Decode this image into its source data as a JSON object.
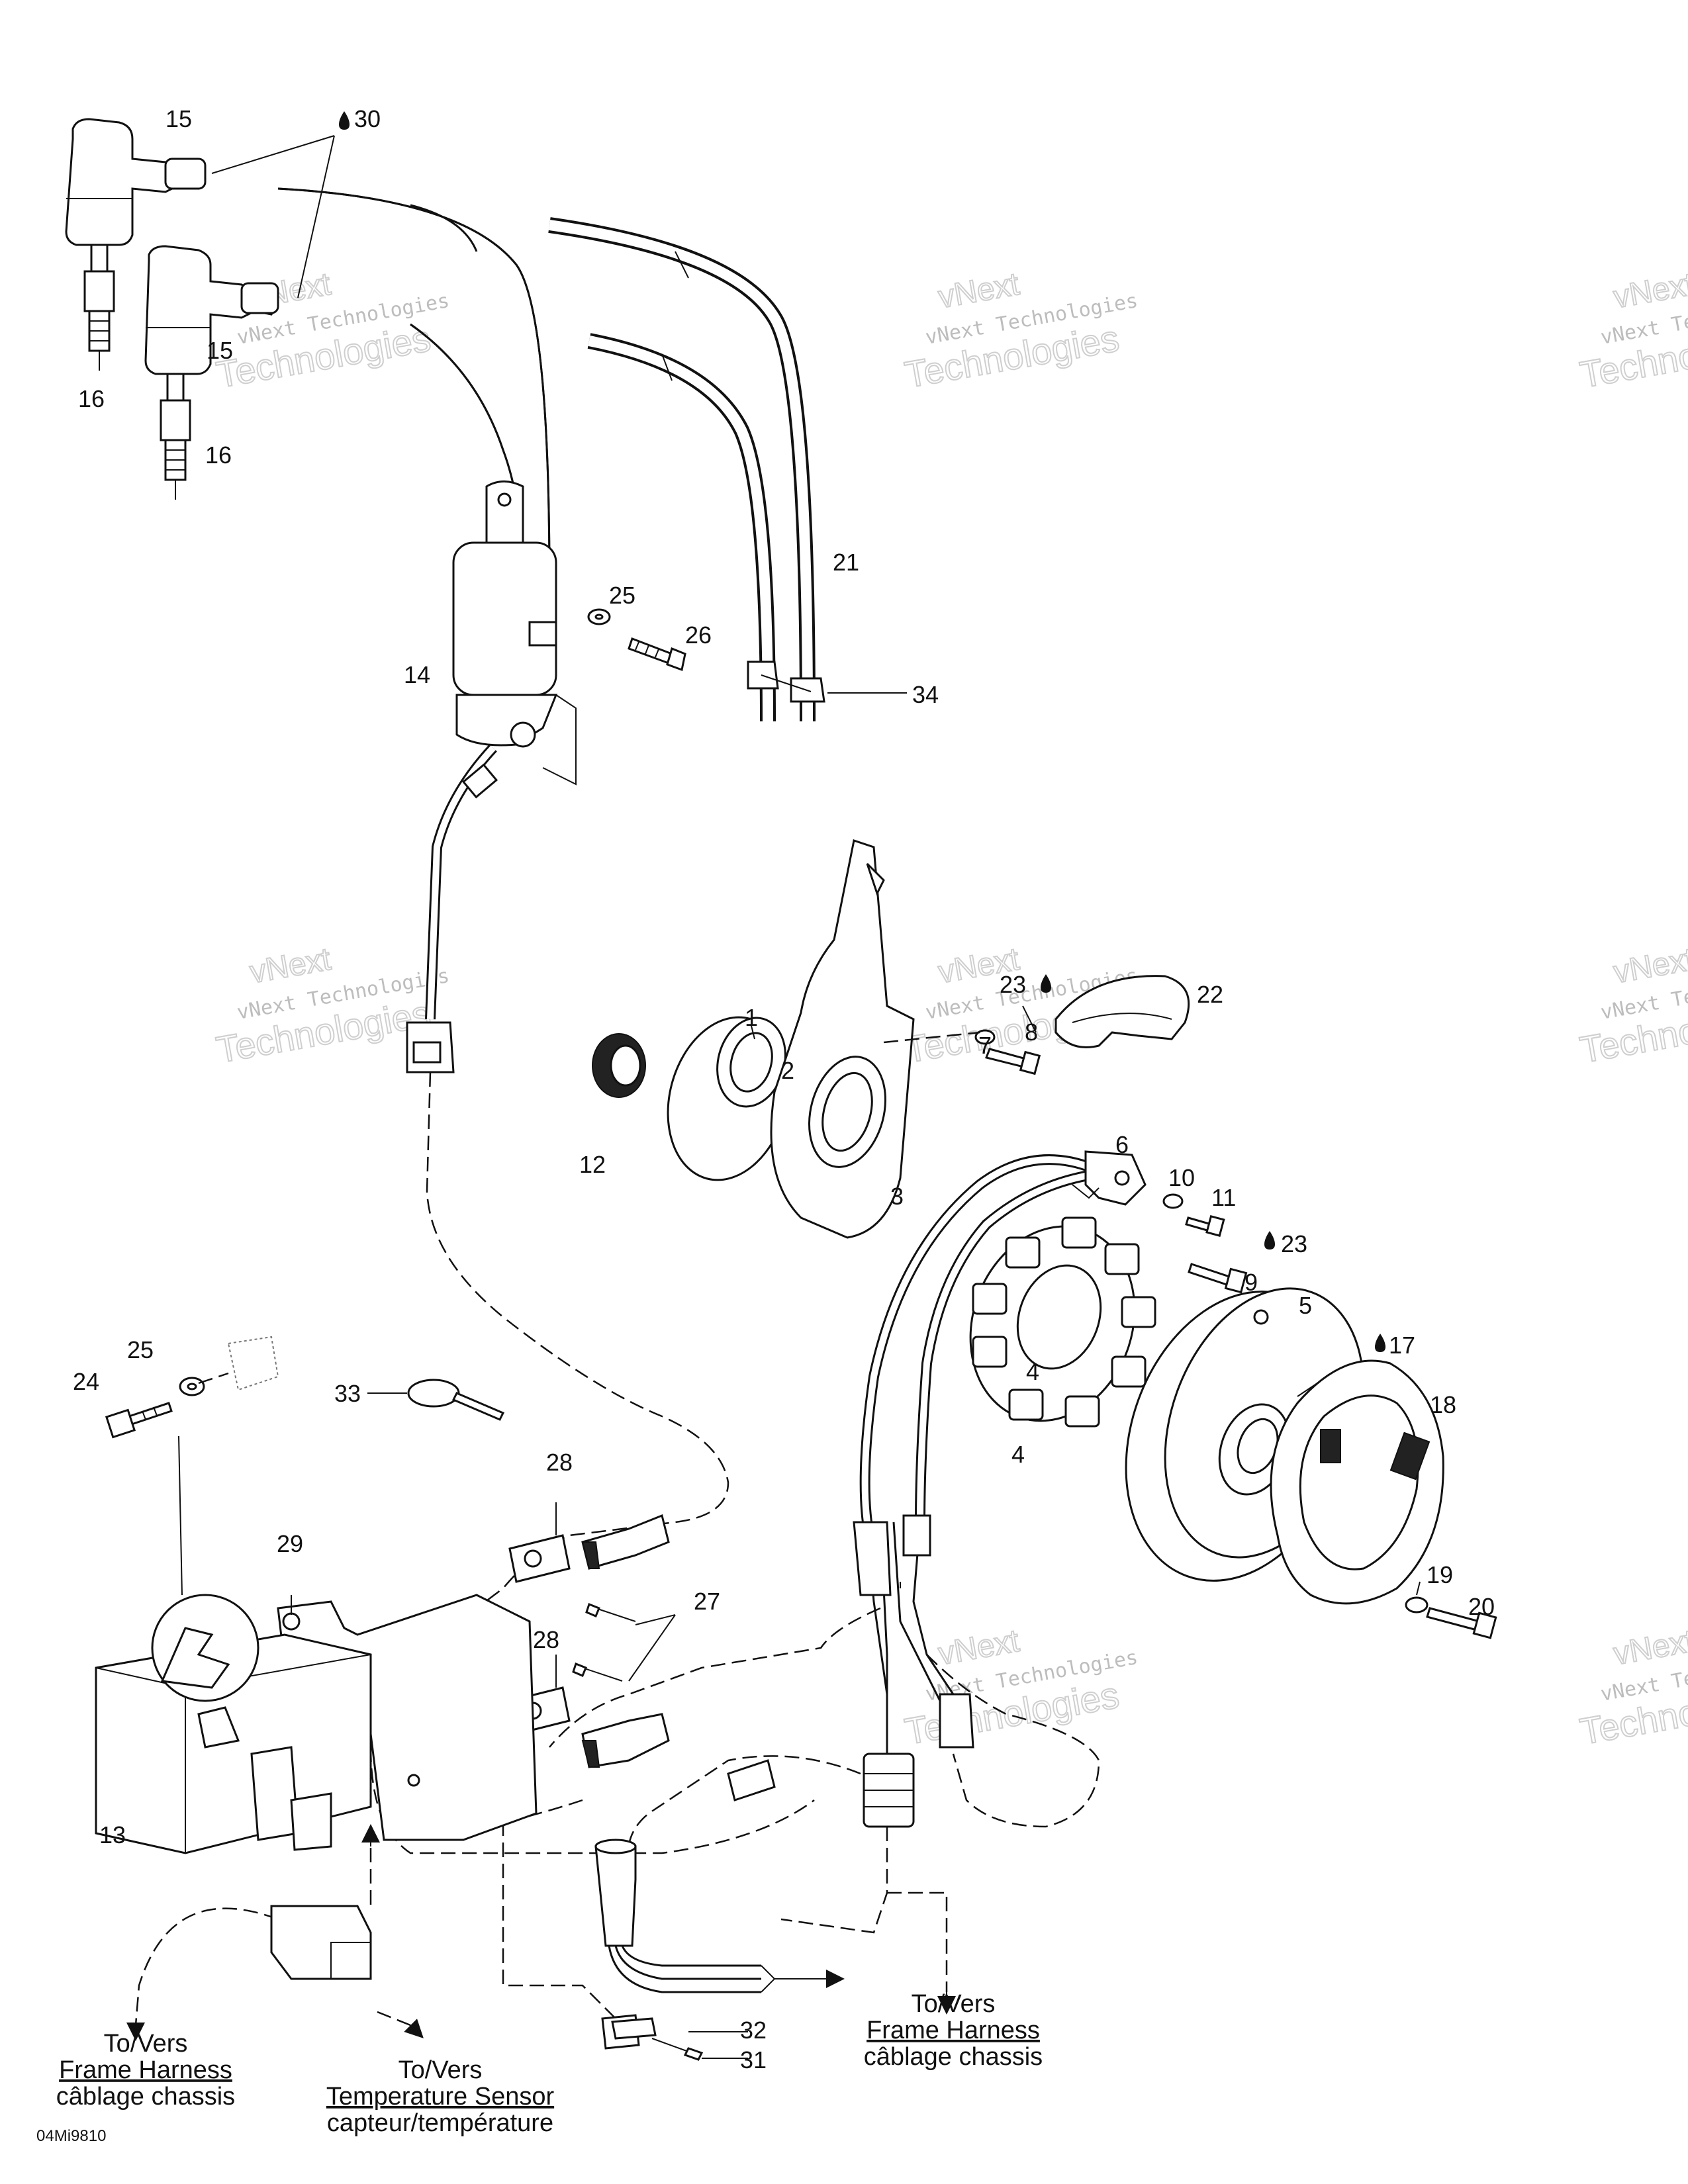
{
  "callouts": {
    "c1": "1",
    "c2": "2",
    "c3": "3",
    "c4a": "4",
    "c4b": "4",
    "c5": "5",
    "c6": "6",
    "c7": "7",
    "c8": "8",
    "c9": "9",
    "c10": "10",
    "c11": "11",
    "c12": "12",
    "c13": "13",
    "c14": "14",
    "c15a": "15",
    "c15b": "15",
    "c16a": "16",
    "c16b": "16",
    "c17": "17",
    "c18": "18",
    "c19": "19",
    "c20": "20",
    "c21": "21",
    "c22": "22",
    "c23a": "23",
    "c23b": "23",
    "c24": "24",
    "c25a": "25",
    "c25b": "25",
    "c26": "26",
    "c27": "27",
    "c28a": "28",
    "c28b": "28",
    "c29": "29",
    "c30": "30",
    "c31": "31",
    "c32": "32",
    "c33": "33",
    "c34": "34"
  },
  "destinations": {
    "left": {
      "to": "To/Vers",
      "name": "Frame Harness",
      "fr": "câblage chassis"
    },
    "middle": {
      "to": "To/Vers",
      "name": "Temperature Sensor",
      "fr": "capteur/température"
    },
    "right": {
      "to": "To/Vers",
      "name": "Frame Harness",
      "fr": "câblage chassis"
    }
  },
  "watermark": {
    "line1": "vNext Technologies",
    "line2": "Technologies",
    "overlay": "vNext"
  },
  "drawing_ref": "04Mi9810",
  "icons": {
    "adhesive": "drop-icon"
  }
}
